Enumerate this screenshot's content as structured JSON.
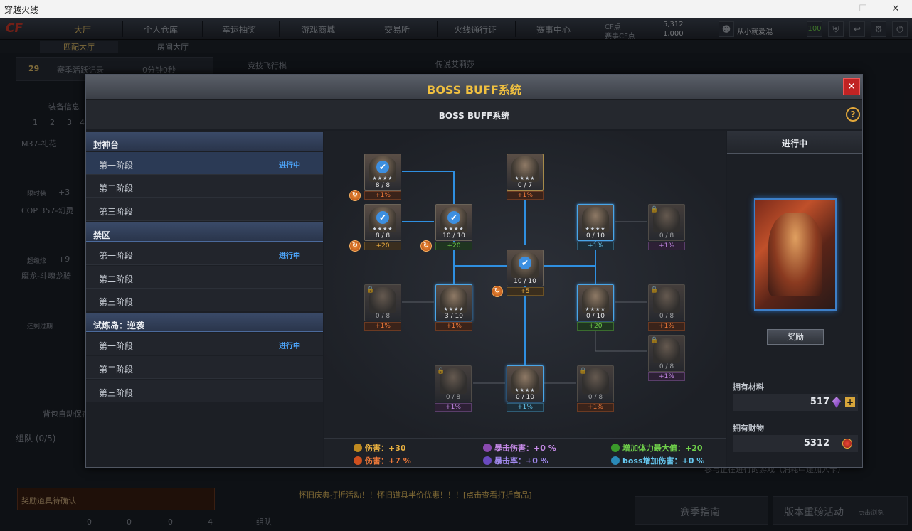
{
  "window": {
    "title": "穿越火线",
    "min": "—",
    "max": "☐",
    "close": "✕"
  },
  "topnav": {
    "logo": "CF",
    "items": [
      "大厅",
      "个人仓库",
      "幸运抽奖",
      "游戏商城",
      "交易所",
      "火线通行证",
      "赛事中心"
    ],
    "cf_label": "CF点",
    "cf_value": "5,312",
    "match_label": "赛事CF点",
    "match_value": "1,000",
    "username": "从小就爱混",
    "level_badge": "100"
  },
  "subnav": {
    "items": [
      "匹配大厅",
      "房间大厅"
    ]
  },
  "background": {
    "season_record": "赛季活跃记录",
    "time": "0分钟0秒",
    "rank": "29",
    "race_label": "竞技飞行棋",
    "legend_label": "传说艾莉莎",
    "equip_info": "装备信息",
    "slots": [
      "1",
      "2",
      "3",
      "4"
    ],
    "weapon1": "M37-礼花",
    "weapon1_plus": "+3",
    "weapon2": "COP 357-幻灵",
    "weapon2_plus": "+9",
    "weapon3": "魔龙-斗魂龙骑",
    "weapon1_tag": "限时装",
    "weapon2_tag": "超级炫",
    "weapon3_tag": "还剩过期",
    "bag_autosave": "背包自动保存",
    "team": "组队 (0/5)",
    "confirm": "奖励道具待确认",
    "marquee": "怀旧庆典打折活动！！怀旧道具半价优惠！！！[点击查看打折商品]",
    "status_bar": "参与正在进行的游戏（消耗中途加入卡）",
    "guide_btn": "赛季指南",
    "version_btn": "版本重磅活动",
    "version_sub": "点击浏览",
    "chat_label": "组队",
    "counts": [
      "0",
      "0",
      "0",
      "4"
    ]
  },
  "dialog": {
    "title": "BOSS BUFF系统",
    "subtitle": "BOSS BUFF系统",
    "close": "✕",
    "help": "?"
  },
  "left_panel": {
    "categories": [
      {
        "name": "封神台",
        "stages": [
          {
            "label": "第一阶段",
            "status": "进行中"
          },
          {
            "label": "第二阶段",
            "status": ""
          },
          {
            "label": "第三阶段",
            "status": ""
          }
        ]
      },
      {
        "name": "禁区",
        "stages": [
          {
            "label": "第一阶段",
            "status": "进行中"
          },
          {
            "label": "第二阶段",
            "status": ""
          },
          {
            "label": "第三阶段",
            "status": ""
          }
        ]
      },
      {
        "name": "试炼岛：逆袭",
        "stages": [
          {
            "label": "第一阶段",
            "status": "进行中"
          },
          {
            "label": "第二阶段",
            "status": ""
          },
          {
            "label": "第三阶段",
            "status": ""
          }
        ]
      }
    ]
  },
  "tree": {
    "nodes": [
      {
        "id": "n1",
        "progress": "8 / 8",
        "buff": "+1%",
        "buff_type": "fire",
        "completed": true,
        "refresh": true
      },
      {
        "id": "n2",
        "progress": "8 / 8",
        "buff": "+20",
        "buff_type": "dmg",
        "completed": true,
        "refresh": true
      },
      {
        "id": "n3",
        "progress": "10 / 10",
        "buff": "+20",
        "buff_type": "hp",
        "completed": true,
        "refresh": true
      },
      {
        "id": "n4",
        "progress": "0 / 7",
        "buff": "+1%",
        "buff_type": "fire",
        "completed": false
      },
      {
        "id": "n5",
        "progress": "10 / 10",
        "buff": "+5",
        "buff_type": "dmg",
        "completed": true,
        "refresh": true
      },
      {
        "id": "n6",
        "progress": "0 / 10",
        "buff": "+1%",
        "buff_type": "boss",
        "completed": false
      },
      {
        "id": "n7",
        "progress": "0 / 8",
        "buff": "+1%",
        "buff_type": "crit",
        "completed": false,
        "locked": true
      },
      {
        "id": "n8",
        "progress": "0 / 8",
        "buff": "+1%",
        "buff_type": "fire",
        "completed": false,
        "locked": true
      },
      {
        "id": "n9",
        "progress": "3 / 10",
        "buff": "+1%",
        "buff_type": "fire",
        "completed": false
      },
      {
        "id": "n10",
        "progress": "0 / 10",
        "buff": "+20",
        "buff_type": "hp",
        "completed": false
      },
      {
        "id": "n11",
        "progress": "0 / 8",
        "buff": "+1%",
        "buff_type": "fire",
        "completed": false,
        "locked": true
      },
      {
        "id": "n12",
        "progress": "0 / 8",
        "buff": "+1%",
        "buff_type": "crit",
        "completed": false,
        "locked": true
      },
      {
        "id": "n13",
        "progress": "0 / 8",
        "buff": "+1%",
        "buff_type": "crit",
        "completed": false,
        "locked": true
      },
      {
        "id": "n14",
        "progress": "0 / 10",
        "buff": "+1%",
        "buff_type": "boss",
        "completed": false
      },
      {
        "id": "n15",
        "progress": "0 / 8",
        "buff": "+1%",
        "buff_type": "fire",
        "completed": false,
        "locked": true
      }
    ],
    "refresh_glyph": "↻",
    "check_glyph": "✔",
    "lock_glyph": "🔒",
    "stars": "★★★★"
  },
  "stats": {
    "damage": "伤害：+30",
    "damage_pct": "伤害：+7 %",
    "crit_damage": "暴击伤害：+0 %",
    "crit_rate": "暴击率：+0 %",
    "max_hp": "增加体力最大值：+20",
    "boss_damage": "boss增加伤害：+0 %"
  },
  "right_panel": {
    "status": "进行中",
    "reward_btn": "奖励",
    "materials_label": "拥有材料",
    "materials_value": "517",
    "wealth_label": "拥有财物",
    "wealth_value": "5312",
    "plus": "+"
  },
  "colors": {
    "accent": "#f0c040",
    "in_progress": "#4ea8ff",
    "close_red": "#c02323"
  }
}
